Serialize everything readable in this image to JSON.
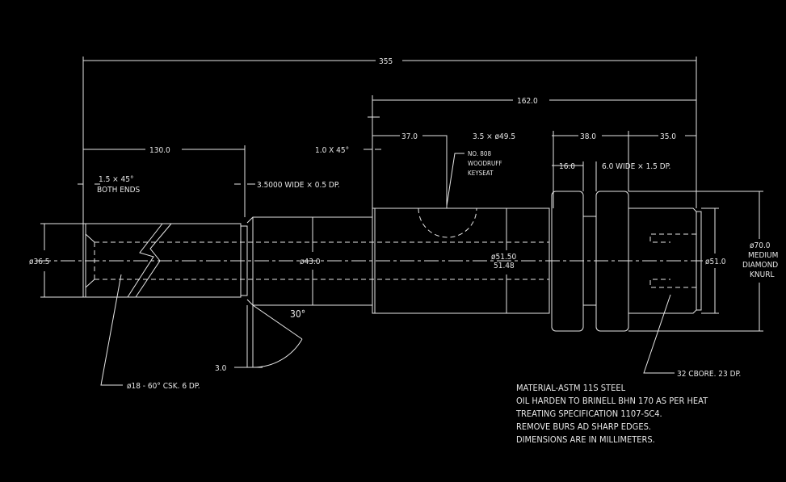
{
  "dimensions": {
    "overall_length": "355",
    "right_length": "162.0",
    "left_length": "130.0",
    "len_37": "37.0",
    "len_38": "38.0",
    "len_35": "35.0",
    "len_16": "16.0",
    "undercut_left": "3.5000 WIDE × 0.5 DP.",
    "groove_right": "6.0  WIDE × 1.5 DP.",
    "chamfer_1": "1.0 X 45°",
    "chamfer_both_1": "1.5 × 45°",
    "chamfer_both_2": "BOTH ENDS",
    "groove_349": "3.5 × ø49.5",
    "dia_36": "ø36.5",
    "dia_43": "ø43.0",
    "dia_51_50": "ø51.50",
    "dia_51_48": "51.48",
    "dia_51": "ø51.0",
    "dia_70_1": "ø70.0",
    "dia_70_2": "MEDIUM",
    "dia_70_3": "DIAMOND",
    "dia_70_4": "KNURL",
    "angle_30": "30°",
    "len_3": "3.0",
    "csk": "ø18 - 60° CSK. 6 DP.",
    "cbore": "32 CBORE. 23 DP.",
    "keyseat_1": "NO. 808",
    "keyseat_2": "WOODRUFF",
    "keyseat_3": "KEYSEAT"
  },
  "notes": [
    "MATERIAL-ASTM 11S STEEL",
    "OIL HARDEN TO BRINELL BHN 170 AS PER HEAT",
    "TREATING SPECIFICATION 1107-SC4.",
    "REMOVE BURS AD SHARP EDGES.",
    "DIMENSIONS ARE IN MILLIMETERS."
  ]
}
